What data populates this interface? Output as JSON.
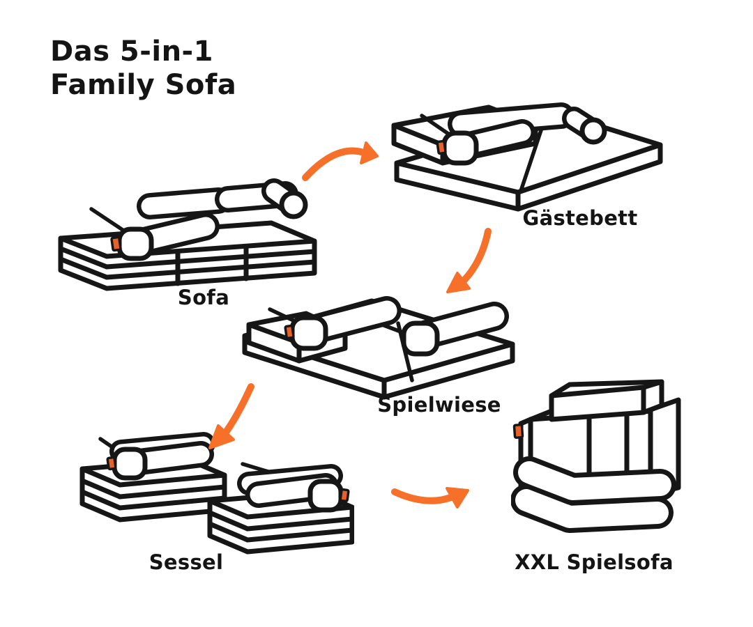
{
  "title": {
    "line1": "Das 5-in-1",
    "line2": "Family Sofa"
  },
  "colors": {
    "background": "#ffffff",
    "line": "#161616",
    "text": "#141414",
    "accent_orange": "#F7702A",
    "tag_orange": "#E66229"
  },
  "configurations": [
    {
      "id": "sofa",
      "label": "Sofa"
    },
    {
      "id": "gaestebett",
      "label": "Gästebett"
    },
    {
      "id": "spielwiese",
      "label": "Spielwiese"
    },
    {
      "id": "sessel",
      "label": "Sessel"
    },
    {
      "id": "xxl-spielsofa",
      "label": "XXL Spielsofa"
    }
  ],
  "flow_arrows": [
    {
      "from": "Sofa",
      "to": "Gästebett"
    },
    {
      "from": "Gästebett",
      "to": "Spielwiese"
    },
    {
      "from": "Spielwiese",
      "to": "Sessel"
    },
    {
      "from": "Sessel",
      "to": "XXL Spielsofa"
    }
  ]
}
